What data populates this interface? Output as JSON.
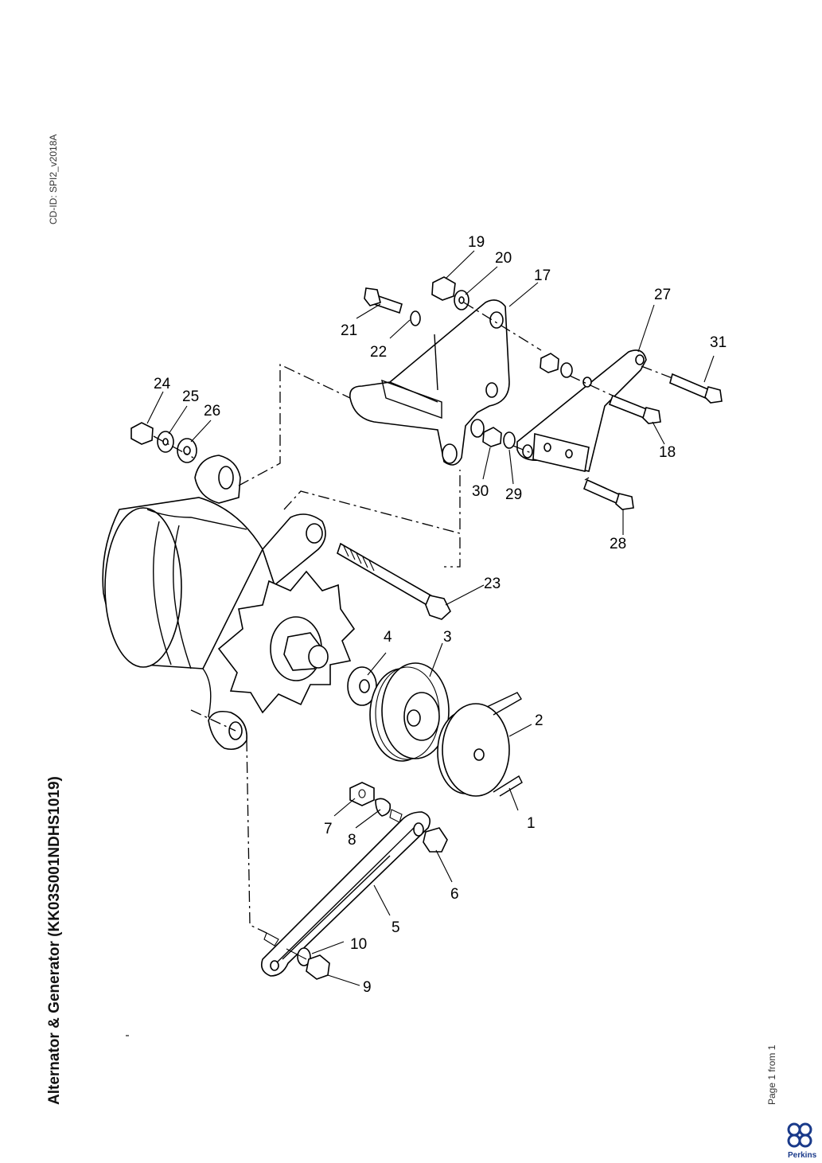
{
  "header": {
    "cd_id": "CD-ID: SPI2_v2018A"
  },
  "title": "Alternator & Generator (KK03S001NDHS1019)",
  "footer": {
    "page_info": "Page 1 from 1",
    "brand": "Perkins"
  },
  "callouts": [
    "1",
    "2",
    "3",
    "4",
    "5",
    "6",
    "7",
    "8",
    "9",
    "10",
    "17",
    "18",
    "19",
    "20",
    "21",
    "22",
    "23",
    "24",
    "25",
    "26",
    "27",
    "28",
    "29",
    "30",
    "31"
  ],
  "colors": {
    "ink": "#000000",
    "brand": "#1a3a8a"
  }
}
